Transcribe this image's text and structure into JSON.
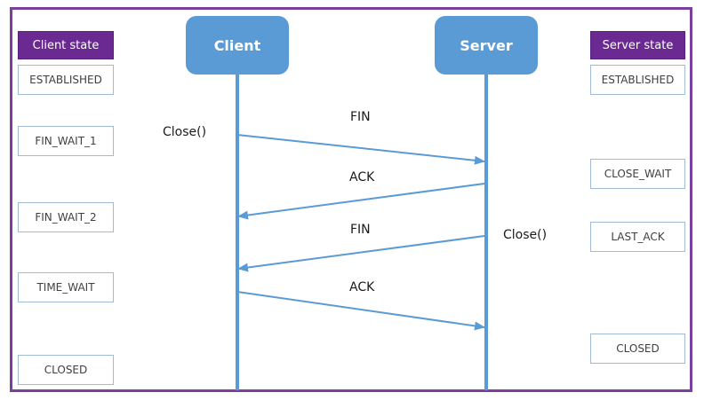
{
  "client_state_header": "Client state",
  "server_state_header": "Server state",
  "actors": {
    "client": "Client",
    "server": "Server"
  },
  "client_states": [
    "ESTABLISHED",
    "FIN_WAIT_1",
    "FIN_WAIT_2",
    "TIME_WAIT",
    "CLOSED"
  ],
  "server_states": [
    "ESTABLISHED",
    "CLOSE_WAIT",
    "LAST_ACK",
    "CLOSED"
  ],
  "messages": [
    {
      "label": "FIN",
      "direction": "client-to-server"
    },
    {
      "label": "ACK",
      "direction": "server-to-client"
    },
    {
      "label": "FIN",
      "direction": "server-to-client"
    },
    {
      "label": "ACK",
      "direction": "client-to-server"
    }
  ],
  "calls": {
    "client_close": "Close()",
    "server_close": "Close()"
  },
  "colors": {
    "border": "#7b3fa0",
    "header": "#6a2a91",
    "actor": "#5b9bd5",
    "state_border": "#9fbbd6"
  }
}
